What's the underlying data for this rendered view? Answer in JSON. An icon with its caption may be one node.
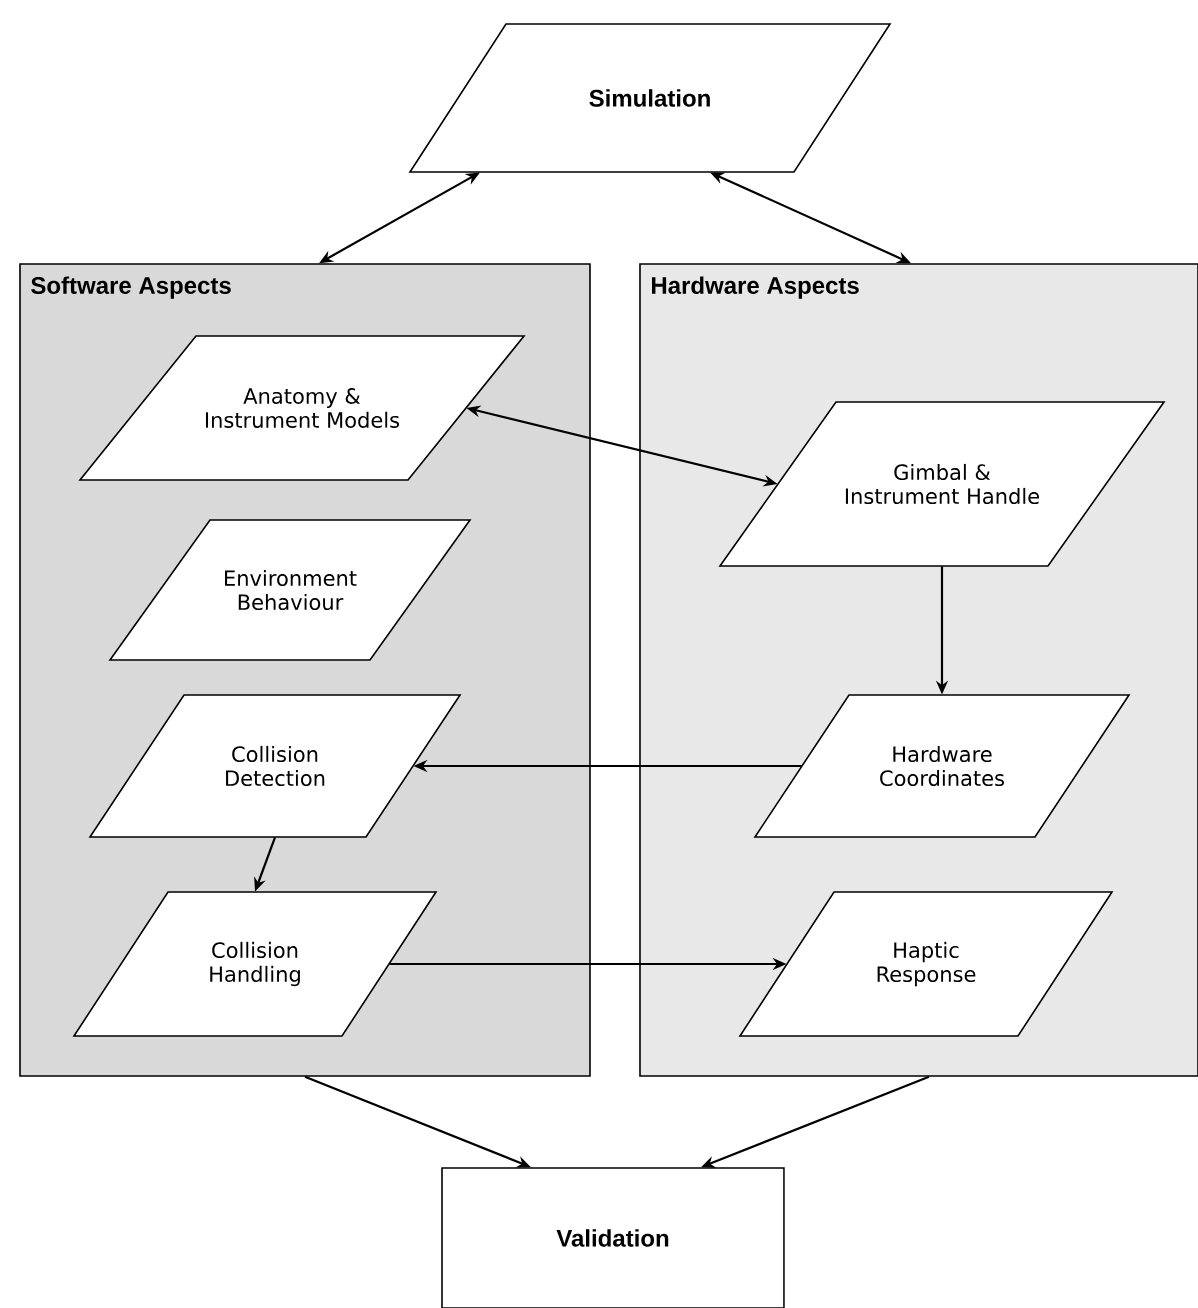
{
  "diagram": {
    "nodes": [
      {
        "text": [
          "Simulation"
        ]
      },
      {
        "text": [
          "Software Aspects"
        ]
      },
      {
        "text": [
          "Anatomy & Instrument Models"
        ],
        "in": 1
      },
      {
        "text": [
          "Environment Behaviour"
        ],
        "in": 1
      },
      {
        "text": [
          "Collision Detection"
        ],
        "in": 1
      },
      {
        "text": [
          "Collision Handling"
        ],
        "in": 1
      },
      {
        "text": [
          "Hardware Aspects"
        ]
      },
      {
        "text": [
          "Gimbal & Instrument Handle"
        ],
        "in": 6
      },
      {
        "text": [
          "Hardware Coordinates"
        ],
        "in": 6
      },
      {
        "text": [
          "Haptic Response"
        ],
        "in": 6
      },
      {
        "text": [
          "Validation"
        ]
      }
    ],
    "edges": [
      {
        "from": 0,
        "to": 1,
        "arrow": "both"
      },
      {
        "from": 0,
        "to": 6,
        "arrow": "both"
      },
      {
        "from": 2,
        "to": 7,
        "arrow": "both"
      },
      {
        "from": 7,
        "to": 8,
        "arrow": "to"
      },
      {
        "from": 8,
        "to": 4,
        "arrow": "to"
      },
      {
        "from": 4,
        "to": 5,
        "arrow": "to"
      },
      {
        "from": 5,
        "to": 9,
        "arrow": "to"
      },
      {
        "from": 1,
        "to": 10,
        "arrow": "to"
      },
      {
        "from": 6,
        "to": 10,
        "arrow": "to"
      }
    ]
  }
}
